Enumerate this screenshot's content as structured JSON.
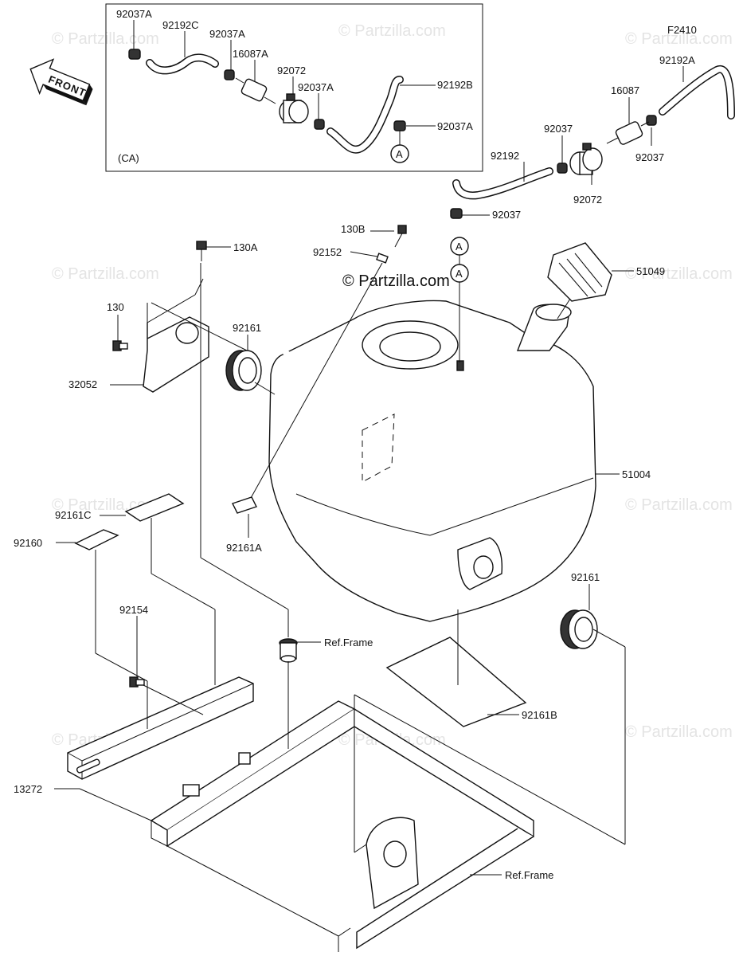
{
  "figure_code": "F2410",
  "ca_label": "(CA)",
  "front_label": "FRONT",
  "header_watermark": "© Partzilla.com",
  "watermark": "© Partzilla.com",
  "callout_a": "A",
  "labels": {
    "p92037A_1": "92037A",
    "p92192C": "92192C",
    "p92037A_2": "92037A",
    "p16087A": "16087A",
    "p92072_ca": "92072",
    "p92037A_3": "92037A",
    "p92192B": "92192B",
    "p92037A_4": "92037A",
    "p92192A": "92192A",
    "p16087": "16087",
    "p92037_1": "92037",
    "p92037_2": "92037",
    "p92192": "92192",
    "p92072": "92072",
    "p92037_3": "92037",
    "p130B": "130B",
    "p130A": "130A",
    "p92152": "92152",
    "p51049": "51049",
    "p130": "130",
    "p92161_top": "92161",
    "p32052": "32052",
    "p51004": "51004",
    "p92161C": "92161C",
    "p92160": "92160",
    "p92161A": "92161A",
    "p92161_bottom": "92161",
    "p92154": "92154",
    "ref_frame_1": "Ref.Frame",
    "p92161B": "92161B",
    "p13272": "13272",
    "ref_frame_2": "Ref.Frame"
  }
}
